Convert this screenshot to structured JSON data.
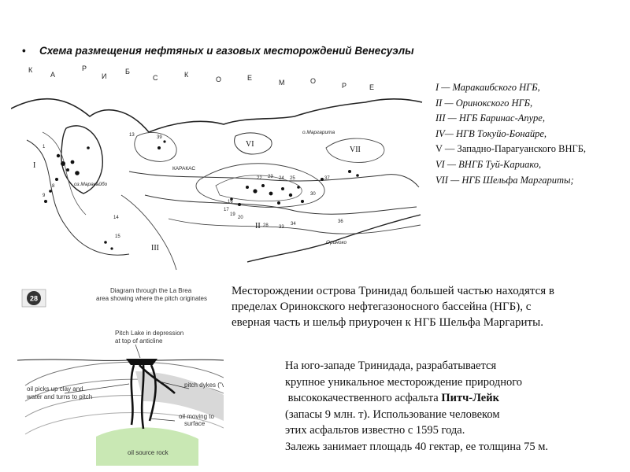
{
  "title": "Схема  размещения нефтяных и  газовых месторождений  Венесуэлы",
  "bullet": "•",
  "map": {
    "sea_letters": [
      "К",
      "А",
      "Р",
      "И",
      "Б",
      "С",
      "К",
      "О",
      "Е",
      "М",
      "О",
      "Р",
      "Е"
    ],
    "labels": {
      "margarita": "о.Маргарита",
      "caracas": "КАРАКАС",
      "maracaibo": "оз.Маракайбо",
      "orinoco": "Ориноко",
      "basin_vi": "VI",
      "basin_vii": "VII",
      "basin_ii": "II",
      "basin_iii": "III",
      "basin_i": "I"
    },
    "field_numbers": [
      "1",
      "8",
      "9",
      "13",
      "39",
      "14",
      "15",
      "16",
      "17",
      "19",
      "20",
      "37",
      "22",
      "23",
      "24",
      "25",
      "28",
      "33",
      "34",
      "36",
      "30"
    ]
  },
  "legend": [
    "I — Маракаибского НГБ,",
    " II — Оринокского НГБ,",
    "III — НГБ Баринас-Апуре,",
    "IV— НГВ  Токуйо-Бонайре,",
    "V — Западно-Парагуанского ВНГБ,",
    " VI — ВНГБ   Туй-Кариако,",
    "VII — НГБ   Шельфа  Маргариты;"
  ],
  "diagram": {
    "badge": "28",
    "caption_line1": "Diagram through the La Brea",
    "caption_line2": "area showing where the pitch originates",
    "pitch_lake_line1": "Pitch Lake in depression",
    "pitch_lake_line2": "at top of anticline",
    "oil_picks_line1": "oil picks up clay and",
    "oil_picks_line2": "water and turns to pitch",
    "pitch_dykes": "pitch dykes (\"veins\")",
    "oil_moving_line1": "oil moving to",
    "oil_moving_line2": "surface",
    "oil_source": "oil source rock"
  },
  "para1": [
    "Месторождении острова Тринидад  большей частью находятся в",
    "пределах Оринокского нефтегазоносного бассейна (НГБ), с",
    "еверная часть и шельф приурочен к НГБ Шельфа Маргариты."
  ],
  "para2": {
    "line1": "На юго-западе Тринидада, разрабатывается",
    "line2": "крупное уникальное месторождение природного",
    "line3_pre": " высококачественного асфальта ",
    "line3_bold": "Питч-Лейк",
    "line4": "(запасы 9 млн. т). Использование этих человеком",
    "line5": "этих асфальтов известно с 1595 года.",
    "line6": "Залежь занимает площадь 40 гектар, ее толщина 75 м."
  }
}
